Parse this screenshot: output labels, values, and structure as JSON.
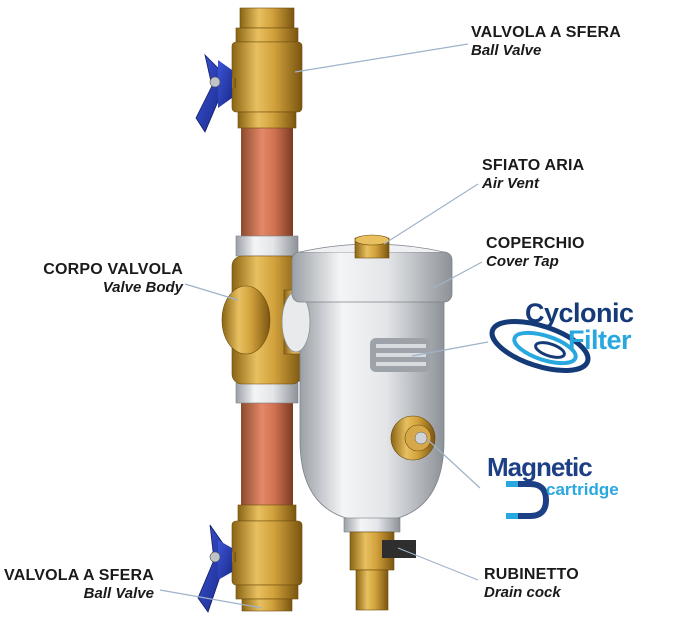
{
  "labels": {
    "ball_valve_top": {
      "it": "VALVOLA A SFERA",
      "en": "Ball Valve"
    },
    "air_vent": {
      "it": "SFIATO ARIA",
      "en": "Air Vent"
    },
    "cover_tap": {
      "it": "COPERCHIO",
      "en": "Cover Tap"
    },
    "valve_body": {
      "it": "CORPO VALVOLA",
      "en": "Valve Body"
    },
    "drain_cock": {
      "it": "RUBINETTO",
      "en": "Drain cock"
    },
    "ball_valve_bottom": {
      "it": "VALVOLA A SFERA",
      "en": "Ball Valve"
    }
  },
  "logos": {
    "cyclonic": {
      "line1": "Cyclonic",
      "line2": "Filter"
    },
    "magnetic": {
      "line1": "Magnetic",
      "line2": "cartridge"
    }
  },
  "colors": {
    "brass": "#c9962e",
    "copper": "#c26a45",
    "handle": "#2a3fb0",
    "leader": "#9fb3c8",
    "logo_dark": "#143a78",
    "logo_light": "#29a8e0"
  },
  "icons": {
    "swirl": "cyclone-swirl-icon",
    "magnet": "magnet-u-icon"
  }
}
